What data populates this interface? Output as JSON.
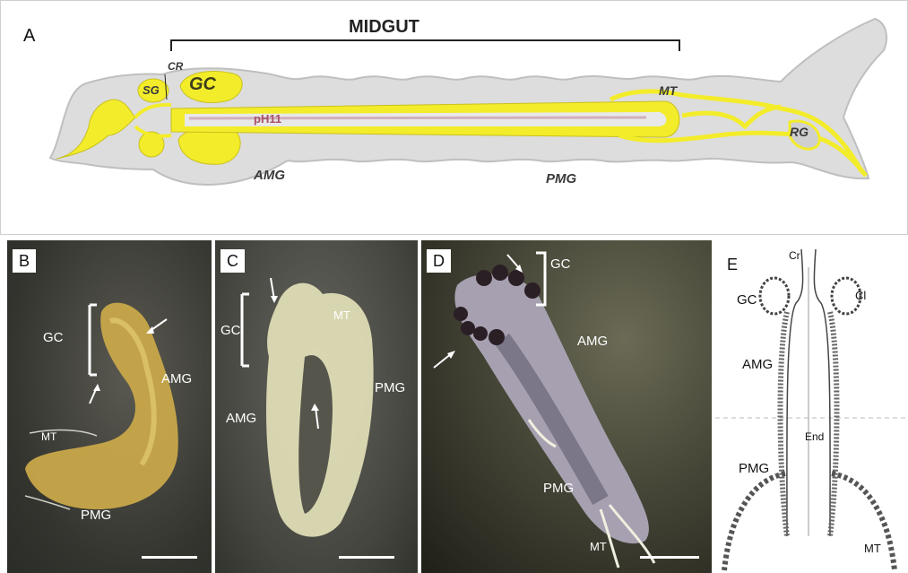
{
  "panelA": {
    "tag": "A",
    "title": "MIDGUT",
    "labels": {
      "sg": "SG",
      "gc": "GC",
      "cr": "CR",
      "ph": "pH11",
      "mt": "MT",
      "rg": "RG",
      "amg": "AMG",
      "pmg": "PMG"
    }
  },
  "panelB": {
    "tag": "B",
    "labels": {
      "gc": "GC",
      "amg": "AMG",
      "mt": "MT",
      "pmg": "PMG"
    }
  },
  "panelC": {
    "tag": "C",
    "labels": {
      "gc": "GC",
      "mt": "MT",
      "pmg": "PMG",
      "amg": "AMG"
    }
  },
  "panelD": {
    "tag": "D",
    "labels": {
      "gc": "GC",
      "amg": "AMG",
      "pmg": "PMG",
      "mt": "MT"
    }
  },
  "panelE": {
    "tag": "E",
    "labels": {
      "cr": "Cr",
      "gc": "GC",
      "cl": "Cl",
      "amg": "AMG",
      "end": "End",
      "pmg": "PMG",
      "mt": "MT"
    }
  },
  "colors": {
    "yellow": "#f3ec2a",
    "body_grey": "#dcdcdc",
    "photo_bg": "#3a3a34"
  }
}
